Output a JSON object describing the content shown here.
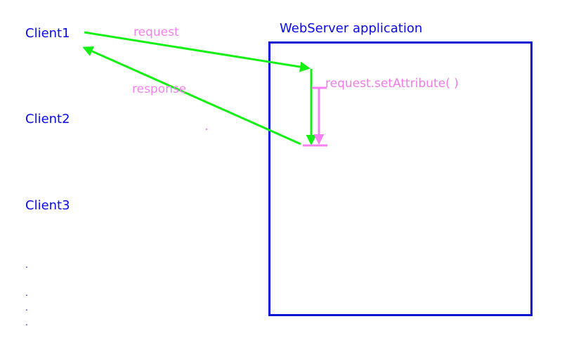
{
  "colors": {
    "background": "#ffffff",
    "client_text": "#0a0ae6",
    "server_box": "#0a14d2",
    "flow_arrow": "#14f014",
    "attribute": "#f582f0",
    "attribute_label": "#f07ae6"
  },
  "clients": [
    {
      "label": "Client1"
    },
    {
      "label": "Client2"
    },
    {
      "label": "Client3"
    }
  ],
  "server": {
    "title": "WebServer application"
  },
  "flows": {
    "request_label": "request",
    "response_label": "response",
    "set_attribute_label": "request.setAttribute( )"
  },
  "continuation_dots": [
    ".",
    ".",
    ".",
    "."
  ]
}
